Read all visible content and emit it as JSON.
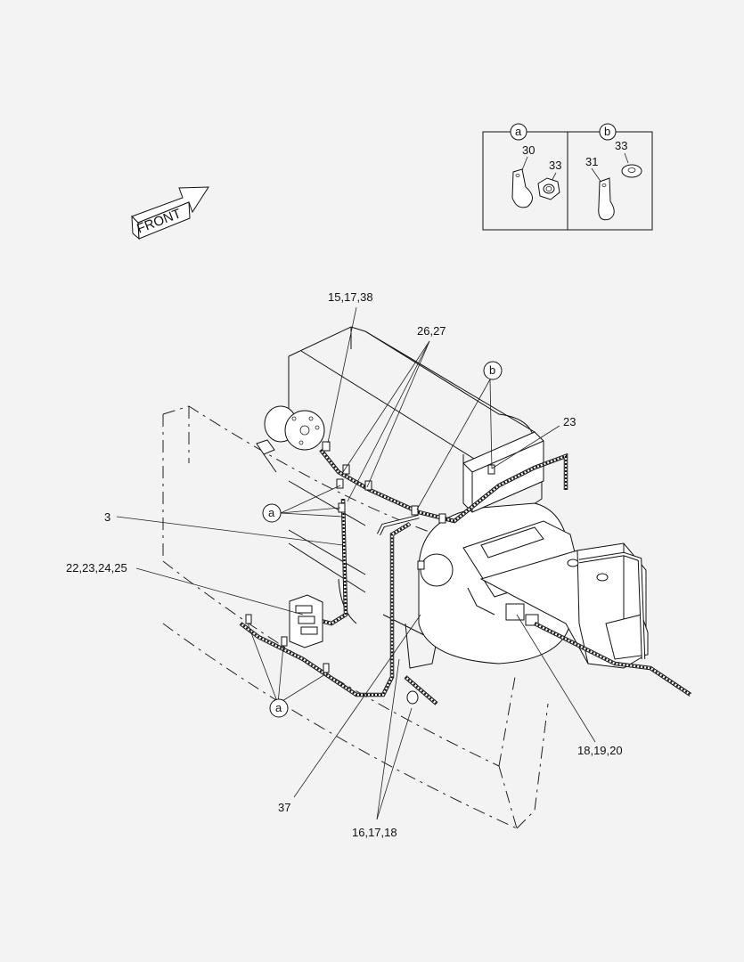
{
  "front_label": "FRONT",
  "detail_a": {
    "circle_letter": "a",
    "parts": [
      "30",
      "33"
    ]
  },
  "detail_b": {
    "circle_letter": "b",
    "parts": [
      "31",
      "33"
    ]
  },
  "callouts": {
    "c_15_17_38": "15,17,38",
    "c_26_27": "26,27",
    "c_b_main": "b",
    "c_23": "23",
    "c_3": "3",
    "c_a_upper": "a",
    "c_22_25": "22,23,24,25",
    "c_a_lower": "a",
    "c_18_19_20": "18,19,20",
    "c_37": "37",
    "c_16_17_18": "16,17,18"
  }
}
